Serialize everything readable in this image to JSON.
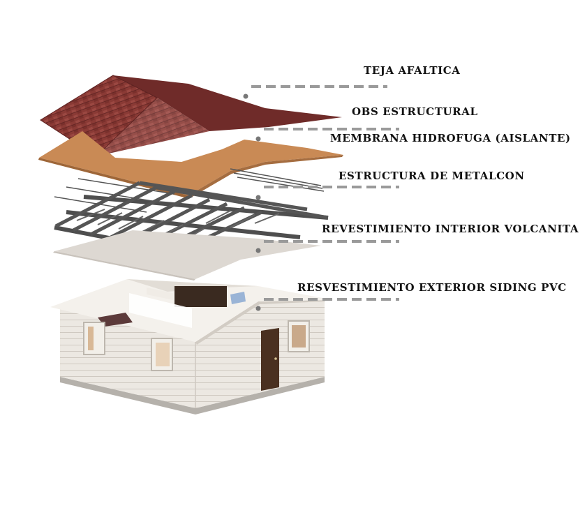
{
  "diagram": {
    "layers": [
      {
        "id": "teja",
        "label": "TEJA AFALTICA"
      },
      {
        "id": "obs",
        "label": "OBS ESTRUCTURAL"
      },
      {
        "id": "membrana",
        "label": "MEMBRANA HIDROFUGA (AISLANTE)"
      },
      {
        "id": "metalcon",
        "label": "ESTRUCTURA DE METALCON"
      },
      {
        "id": "volcanita",
        "label": "REVESTIMIENTO INTERIOR VOLCANITA"
      },
      {
        "id": "siding",
        "label": "RESVESTIMIENTO EXTERIOR SIDING PVC"
      }
    ],
    "colors": {
      "shingle": "#8a3a35",
      "shingle_dark": "#6b2a28",
      "osb": "#c98a55",
      "truss": "#4a4a4a",
      "drywall": "#e0dbd6",
      "siding": "#ece8e2",
      "leader": "#9a9a9a"
    }
  }
}
